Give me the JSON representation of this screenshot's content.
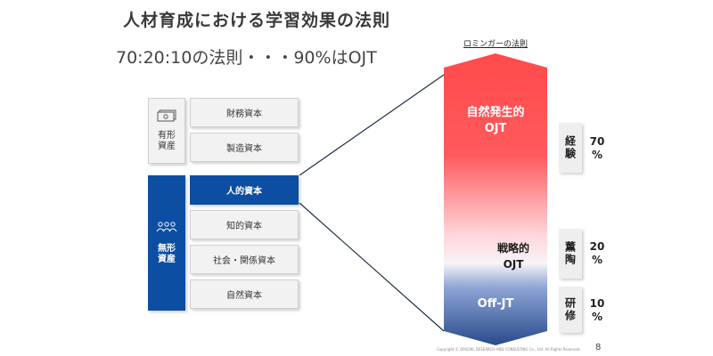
{
  "title": "人材育成における学習効果の法則",
  "subtitle": "70:20:10の法則・・・90%はOJT",
  "tangible": {
    "label_line1": "有形",
    "label_line2": "資産",
    "icon": "cash-icon",
    "items": [
      "財務資本",
      "製造資本"
    ]
  },
  "intangible": {
    "label_line1": "無形",
    "label_line2": "資産",
    "icon": "people-icon",
    "items": [
      "人的資本",
      "知的資本",
      "社会・関係資本",
      "自然資本"
    ],
    "highlighted_index": 0
  },
  "lominger": {
    "caption": "ロミンガーの法則",
    "top_label_line1": "自然発生的",
    "top_label_line2": "OJT",
    "mid_label_line1": "戦略的",
    "mid_label_line2": "OJT",
    "bottom_label": "Off-JT"
  },
  "breakdown": [
    {
      "label": "経験",
      "percent_line1": "70",
      "percent_line2": "%"
    },
    {
      "label": "薫陶",
      "percent_line1": "20",
      "percent_line2": "%"
    },
    {
      "label": "研修",
      "percent_line1": "10",
      "percent_line2": "%"
    }
  ],
  "colors": {
    "accent_blue": "#0b4ea2",
    "gradient_red": "#ff4a4a",
    "gradient_light": "#ffe4e6",
    "gradient_blue": "#294a8c"
  },
  "footer": {
    "copyright": "Copyright © ORSOKL RESEARCH AND CONSULTING Co., Ltd. All Rights Reserved.",
    "page_number": "8"
  }
}
